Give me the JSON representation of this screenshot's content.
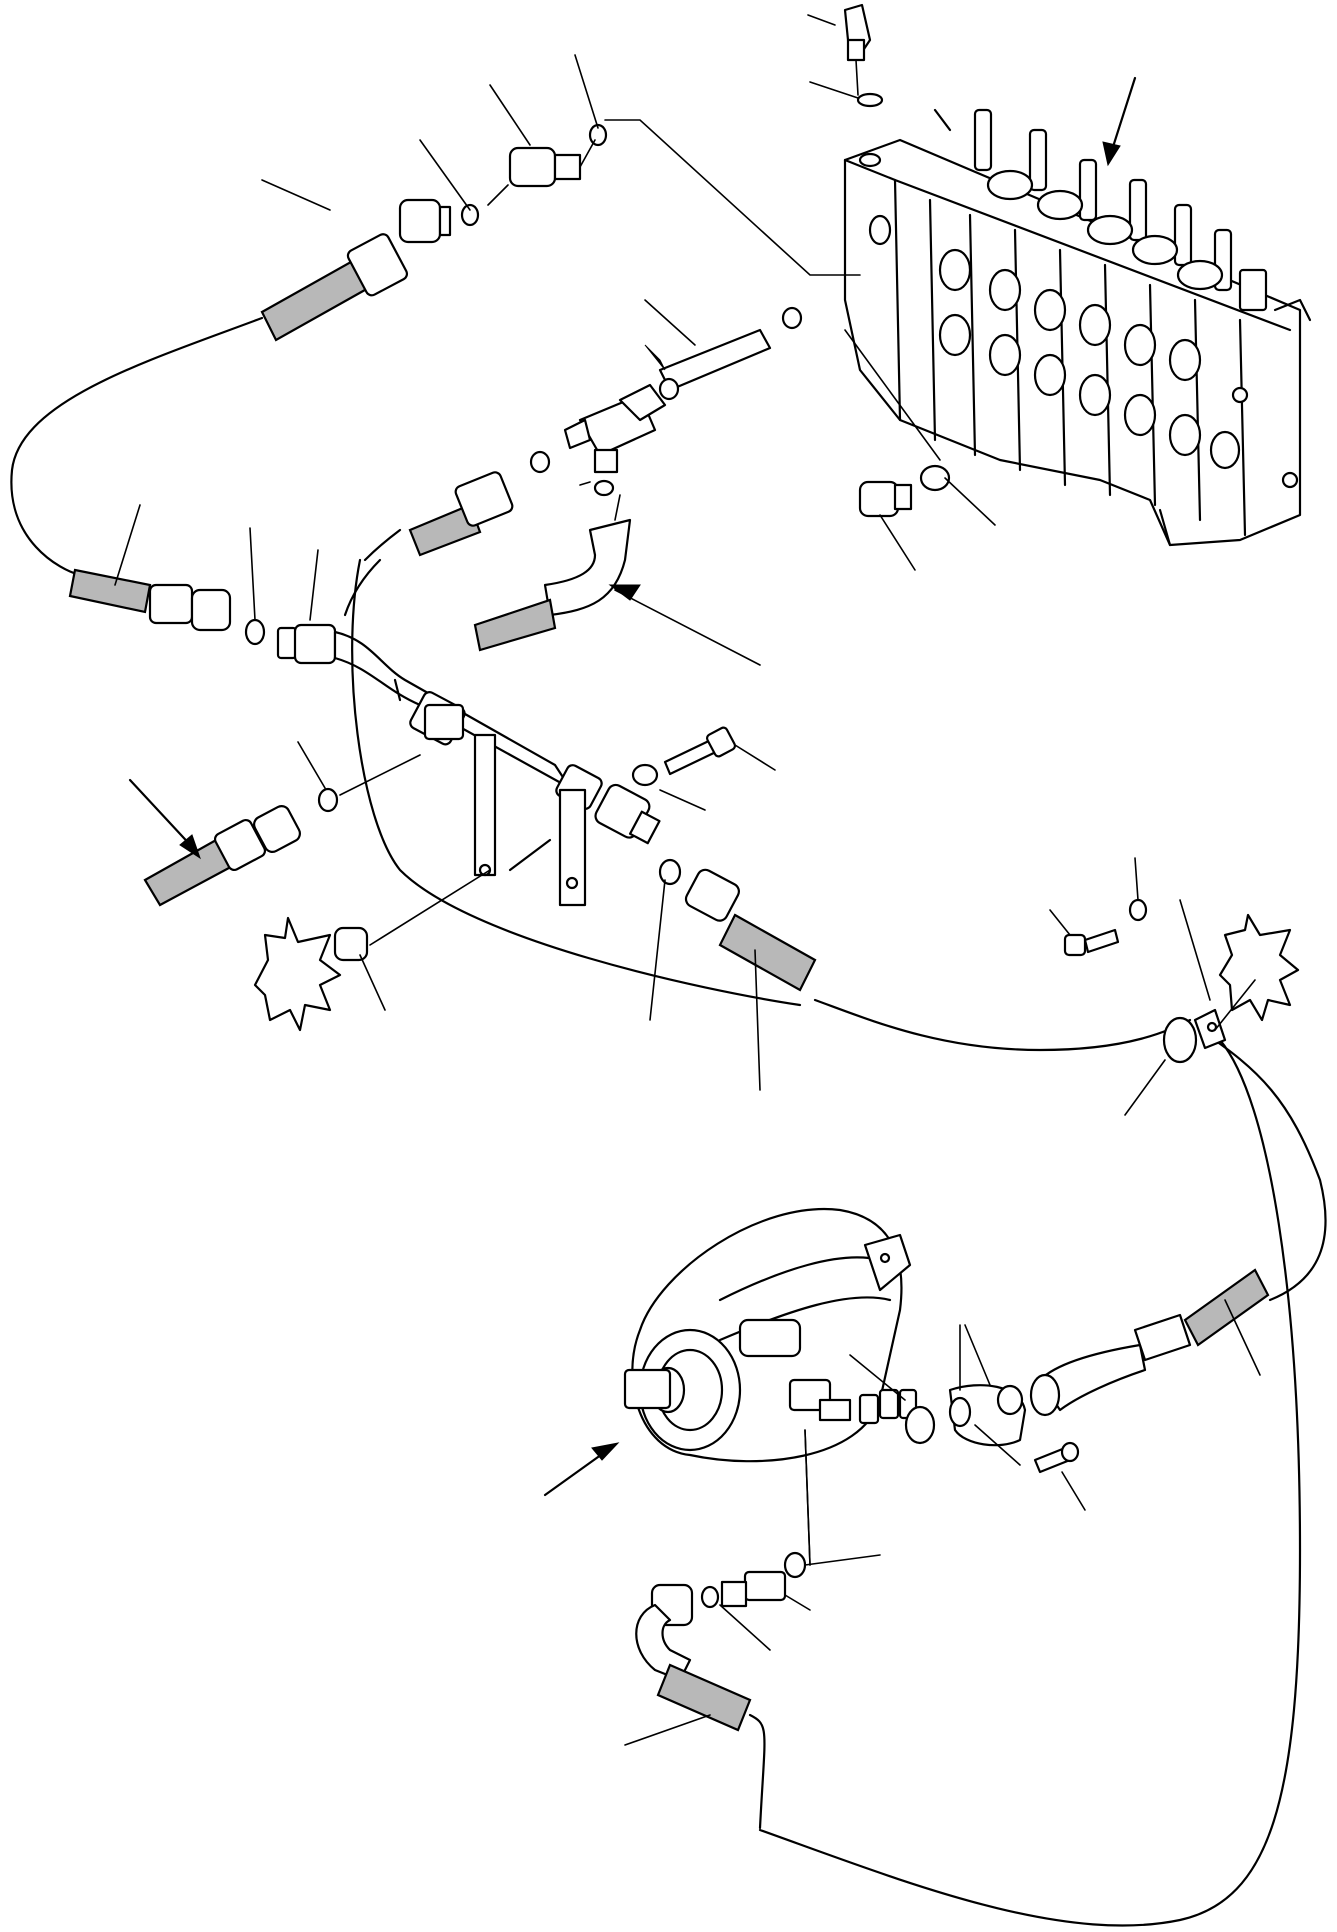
{
  "figure": {
    "type": "hydraulic-exploded-parts-diagram",
    "printed_text": []
  },
  "parts": [
    {
      "name": "control-valve-block",
      "icon": "control-valve-icon"
    },
    {
      "name": "gear-pump",
      "icon": "hydraulic-pump-icon"
    },
    {
      "name": "tee-fitting",
      "icon": "tee-fitting-icon"
    },
    {
      "name": "manifold-pipe",
      "icon": "pipe-manifold-icon"
    },
    {
      "name": "hoses",
      "icon": "hose-icon"
    },
    {
      "name": "o-rings",
      "icon": "o-ring-icon"
    },
    {
      "name": "adapters",
      "icon": "adapter-icon"
    },
    {
      "name": "plug",
      "icon": "plug-icon"
    },
    {
      "name": "clamp",
      "icon": "clamp-icon"
    },
    {
      "name": "screws",
      "icon": "screw-icon"
    },
    {
      "name": "washers",
      "icon": "washer-icon"
    },
    {
      "name": "flange-halves",
      "icon": "flange-icon"
    }
  ]
}
